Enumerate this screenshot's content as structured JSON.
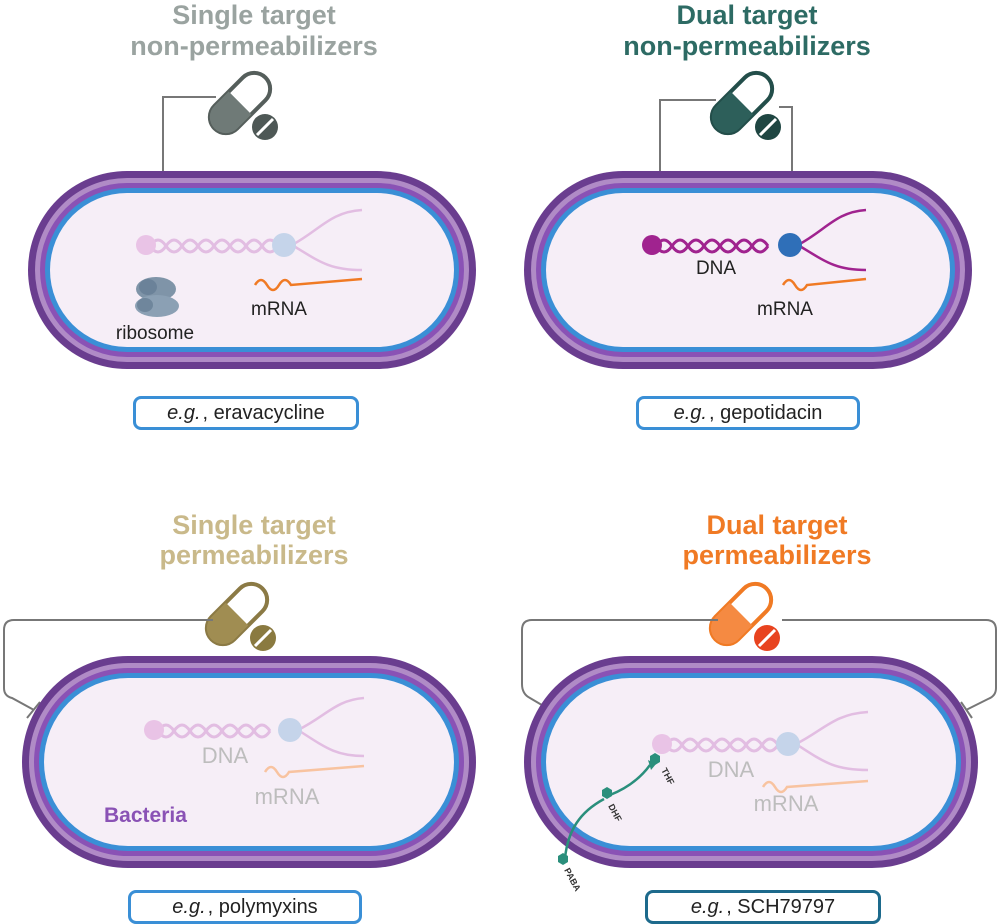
{
  "panels": {
    "top_left": {
      "title_line1": "Single target",
      "title_line2": "non-permeabilizers",
      "title_color": "#9aa3a0",
      "label_ribosome": "ribosome",
      "label_mrna": "mRNA",
      "example_prefix": "e.g.",
      "example_name": ", eravacycline"
    },
    "top_right": {
      "title_line1": "Dual target",
      "title_line2": "non-permeabilizers",
      "title_color": "#2d6b64",
      "label_dna": "DNA",
      "label_mrna": "mRNA",
      "example_prefix": "e.g.",
      "example_name": ", gepotidacin"
    },
    "bottom_left": {
      "title_line1": "Single target",
      "title_line2": "permeabilizers",
      "title_color": "#c9b98a",
      "label_dna": "DNA",
      "label_mrna": "mRNA",
      "label_bacteria": "Bacteria",
      "example_prefix": "e.g.",
      "example_name": ", polymyxins"
    },
    "bottom_right": {
      "title_line1": "Dual target",
      "title_line2": "permeabilizers",
      "title_color": "#f07a24",
      "label_dna": "DNA",
      "label_mrna": "mRNA",
      "label_thf": "THF",
      "label_dhf": "DHF",
      "label_paba": "PABA",
      "example_prefix": "e.g.",
      "example_name": ", SCH79797"
    }
  },
  "colors": {
    "membrane_outer": "#6a3d8f",
    "membrane_mid": "#b08bc6",
    "membrane_blue": "#3a8fd6",
    "cytoplasm": "#f6eef7",
    "inhibition_line": "#777777",
    "mrna": "#f07a24",
    "dna_active": "#a0238f",
    "dna_faded": "#e2bde2",
    "folate": "#2a8f7c",
    "bacteria_label": "#8a52b5"
  }
}
